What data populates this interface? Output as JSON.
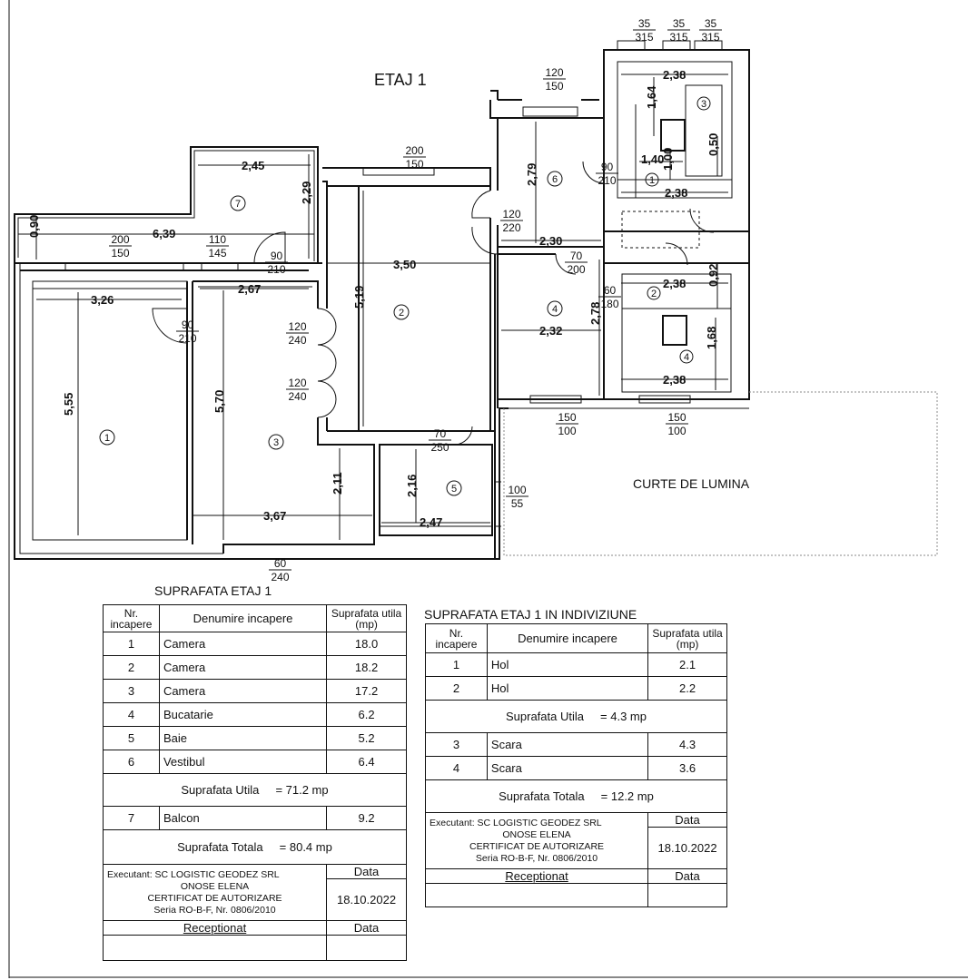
{
  "plan": {
    "title": "ETAJ 1",
    "courtyard": "CURTE DE LUMINA",
    "room_marks": [
      "1",
      "2",
      "3",
      "4",
      "5",
      "6",
      "7"
    ],
    "common_marks": [
      "1",
      "2",
      "3",
      "4"
    ],
    "dimensions": [
      "3,26",
      "5,55",
      "2,67",
      "5,70",
      "3,67",
      "2,11",
      "3,50",
      "5,19",
      "2,16",
      "2,47",
      "2,32",
      "2,78",
      "2,30",
      "2,79",
      "2,45",
      "2,29",
      "6,39",
      "0,90",
      "1,40",
      "1,00",
      "0,50",
      "1,64",
      "2,38",
      "2,38",
      "2,38",
      "0,92",
      "1,68",
      "2,38"
    ],
    "openings": [
      {
        "top": "35",
        "bottom": "315"
      },
      {
        "top": "35",
        "bottom": "315"
      },
      {
        "top": "35",
        "bottom": "315"
      },
      {
        "top": "120",
        "bottom": "150"
      },
      {
        "top": "200",
        "bottom": "150"
      },
      {
        "top": "90",
        "bottom": "210"
      },
      {
        "top": "120",
        "bottom": "220"
      },
      {
        "top": "200",
        "bottom": "150"
      },
      {
        "top": "110",
        "bottom": "145"
      },
      {
        "top": "90",
        "bottom": "210"
      },
      {
        "top": "90",
        "bottom": "210"
      },
      {
        "top": "70",
        "bottom": "200"
      },
      {
        "top": "60",
        "bottom": "180"
      },
      {
        "top": "120",
        "bottom": "240"
      },
      {
        "top": "120",
        "bottom": "240"
      },
      {
        "top": "70",
        "bottom": "250"
      },
      {
        "top": "150",
        "bottom": "100"
      },
      {
        "top": "150",
        "bottom": "100"
      },
      {
        "top": "100",
        "bottom": "55"
      },
      {
        "top": "60",
        "bottom": "240"
      }
    ]
  },
  "table1": {
    "title": "SUPRAFATA ETAJ 1",
    "headers": [
      "Nr. incapere",
      "Denumire incapere",
      "Suprafata utila (mp)"
    ],
    "rows": [
      {
        "nr": "1",
        "name": "Camera",
        "area": "18.0"
      },
      {
        "nr": "2",
        "name": "Camera",
        "area": "18.2"
      },
      {
        "nr": "3",
        "name": "Camera",
        "area": "17.2"
      },
      {
        "nr": "4",
        "name": "Bucatarie",
        "area": "6.2"
      },
      {
        "nr": "5",
        "name": "Baie",
        "area": "5.2"
      },
      {
        "nr": "6",
        "name": "Vestibul",
        "area": "6.4"
      }
    ],
    "utila_label": "Suprafata Utila",
    "utila_value": "= 71.2 mp",
    "balcony": {
      "nr": "7",
      "name": "Balcon",
      "area": "9.2"
    },
    "totala_label": "Suprafata Totala",
    "totala_value": "= 80.4 mp",
    "executant": [
      "Executant: SC LOGISTIC GEODEZ SRL",
      "ONOSE ELENA",
      "CERTIFICAT DE AUTORIZARE",
      "Seria RO-B-F, Nr. 0806/2010"
    ],
    "data_label": "Data",
    "date": "18.10.2022",
    "receptionat": "Receptionat",
    "data_label2": "Data"
  },
  "table2": {
    "title": "SUPRAFATA ETAJ 1 IN INDIVIZIUNE",
    "headers": [
      "Nr. incapere",
      "Denumire incapere",
      "Suprafata utila (mp)"
    ],
    "rows_a": [
      {
        "nr": "1",
        "name": "Hol",
        "area": "2.1"
      },
      {
        "nr": "2",
        "name": "Hol",
        "area": "2.2"
      }
    ],
    "utila_label": "Suprafata Utila",
    "utila_value": "= 4.3 mp",
    "rows_b": [
      {
        "nr": "3",
        "name": "Scara",
        "area": "4.3"
      },
      {
        "nr": "4",
        "name": "Scara",
        "area": "3.6"
      }
    ],
    "totala_label": "Suprafata Totala",
    "totala_value": "= 12.2 mp",
    "executant": [
      "Executant: SC LOGISTIC GEODEZ SRL",
      "ONOSE ELENA",
      "CERTIFICAT DE AUTORIZARE",
      "Seria RO-B-F, Nr. 0806/2010"
    ],
    "data_label": "Data",
    "date": "18.10.2022",
    "receptionat": "Receptionat",
    "data_label2": "Data"
  }
}
